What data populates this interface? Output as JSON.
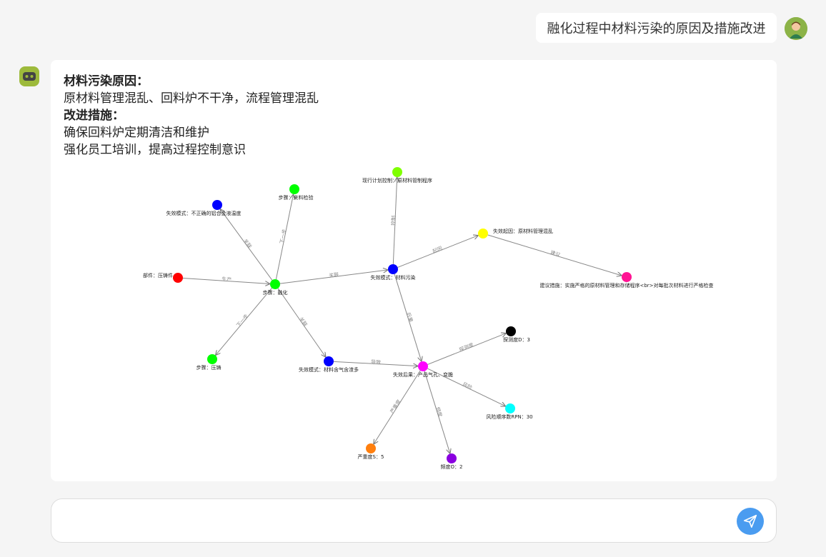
{
  "user_message": "融化过程中材料污染的原因及措施改进",
  "bot_answer": {
    "cause_heading": "材料污染原因：",
    "cause_text": "原材料管理混乱、回料炉不干净，流程管理混乱",
    "measure_heading": "改进措施：",
    "measure_1": "确保回料炉定期清洁和维护",
    "measure_2": "强化员工培训，提高过程控制意识"
  },
  "graph": {
    "nodes": [
      {
        "id": "step_melt",
        "label": "步骤：融化",
        "color": "#00ff00"
      },
      {
        "id": "part",
        "label": "部件：压铸件",
        "color": "#ff0000"
      },
      {
        "id": "fm_temp",
        "label": "失效模式：不正确的铝合金液温度",
        "color": "#0000ff"
      },
      {
        "id": "step_check",
        "label": "步骤：来料检验",
        "color": "#00ff00"
      },
      {
        "id": "step_cast",
        "label": "步骤：压铸",
        "color": "#00ff00"
      },
      {
        "id": "fm_gas",
        "label": "失效模式：材料含气含渣多",
        "color": "#0000ff"
      },
      {
        "id": "fm_pollution",
        "label": "失效模式：材料污染",
        "color": "#0000ff"
      },
      {
        "id": "control",
        "label": "现行计划控制：原材料管制程序",
        "color": "#7fff00"
      },
      {
        "id": "cause",
        "label": "失效起因：原材料管理混乱",
        "color": "#ffff00"
      },
      {
        "id": "suggest",
        "label": "建议措施：实施严格的原材料管理和存储程序<br>对每批次材料进行严格检查",
        "color": "#ff1493"
      },
      {
        "id": "effect",
        "label": "失效后果：产品气孔、变脆",
        "color": "#ff00ff"
      },
      {
        "id": "detect",
        "label": "探测度D：3",
        "color": "#000000"
      },
      {
        "id": "rpn",
        "label": "风险顺序数RPN：30",
        "color": "#00ffff"
      },
      {
        "id": "severity",
        "label": "严重度S：5",
        "color": "#ff7f0e"
      },
      {
        "id": "occur",
        "label": "频度O：2",
        "color": "#8a00e0"
      }
    ],
    "edges": [
      {
        "from": "part",
        "to": "step_melt",
        "label": "生产"
      },
      {
        "from": "step_melt",
        "to": "fm_temp",
        "label": "关联"
      },
      {
        "from": "step_melt",
        "to": "step_check",
        "label": "下一步"
      },
      {
        "from": "step_melt",
        "to": "step_cast",
        "label": "下一步"
      },
      {
        "from": "step_melt",
        "to": "fm_gas",
        "label": "关联"
      },
      {
        "from": "step_melt",
        "to": "fm_pollution",
        "label": "关联"
      },
      {
        "from": "fm_pollution",
        "to": "control",
        "label": "控制"
      },
      {
        "from": "fm_pollution",
        "to": "cause",
        "label": "起因"
      },
      {
        "from": "cause",
        "to": "suggest",
        "label": "建议"
      },
      {
        "from": "fm_pollution",
        "to": "effect",
        "label": "后果"
      },
      {
        "from": "fm_gas",
        "to": "effect",
        "label": "导致"
      },
      {
        "from": "effect",
        "to": "detect",
        "label": "探测度"
      },
      {
        "from": "effect",
        "to": "rpn",
        "label": "风险"
      },
      {
        "from": "effect",
        "to": "severity",
        "label": "严重度"
      },
      {
        "from": "effect",
        "to": "occur",
        "label": "频度"
      }
    ]
  },
  "input": {
    "placeholder": ""
  },
  "icons": {
    "send": "send-icon",
    "user_avatar": "user-avatar-icon",
    "bot_avatar": "robot-icon"
  }
}
